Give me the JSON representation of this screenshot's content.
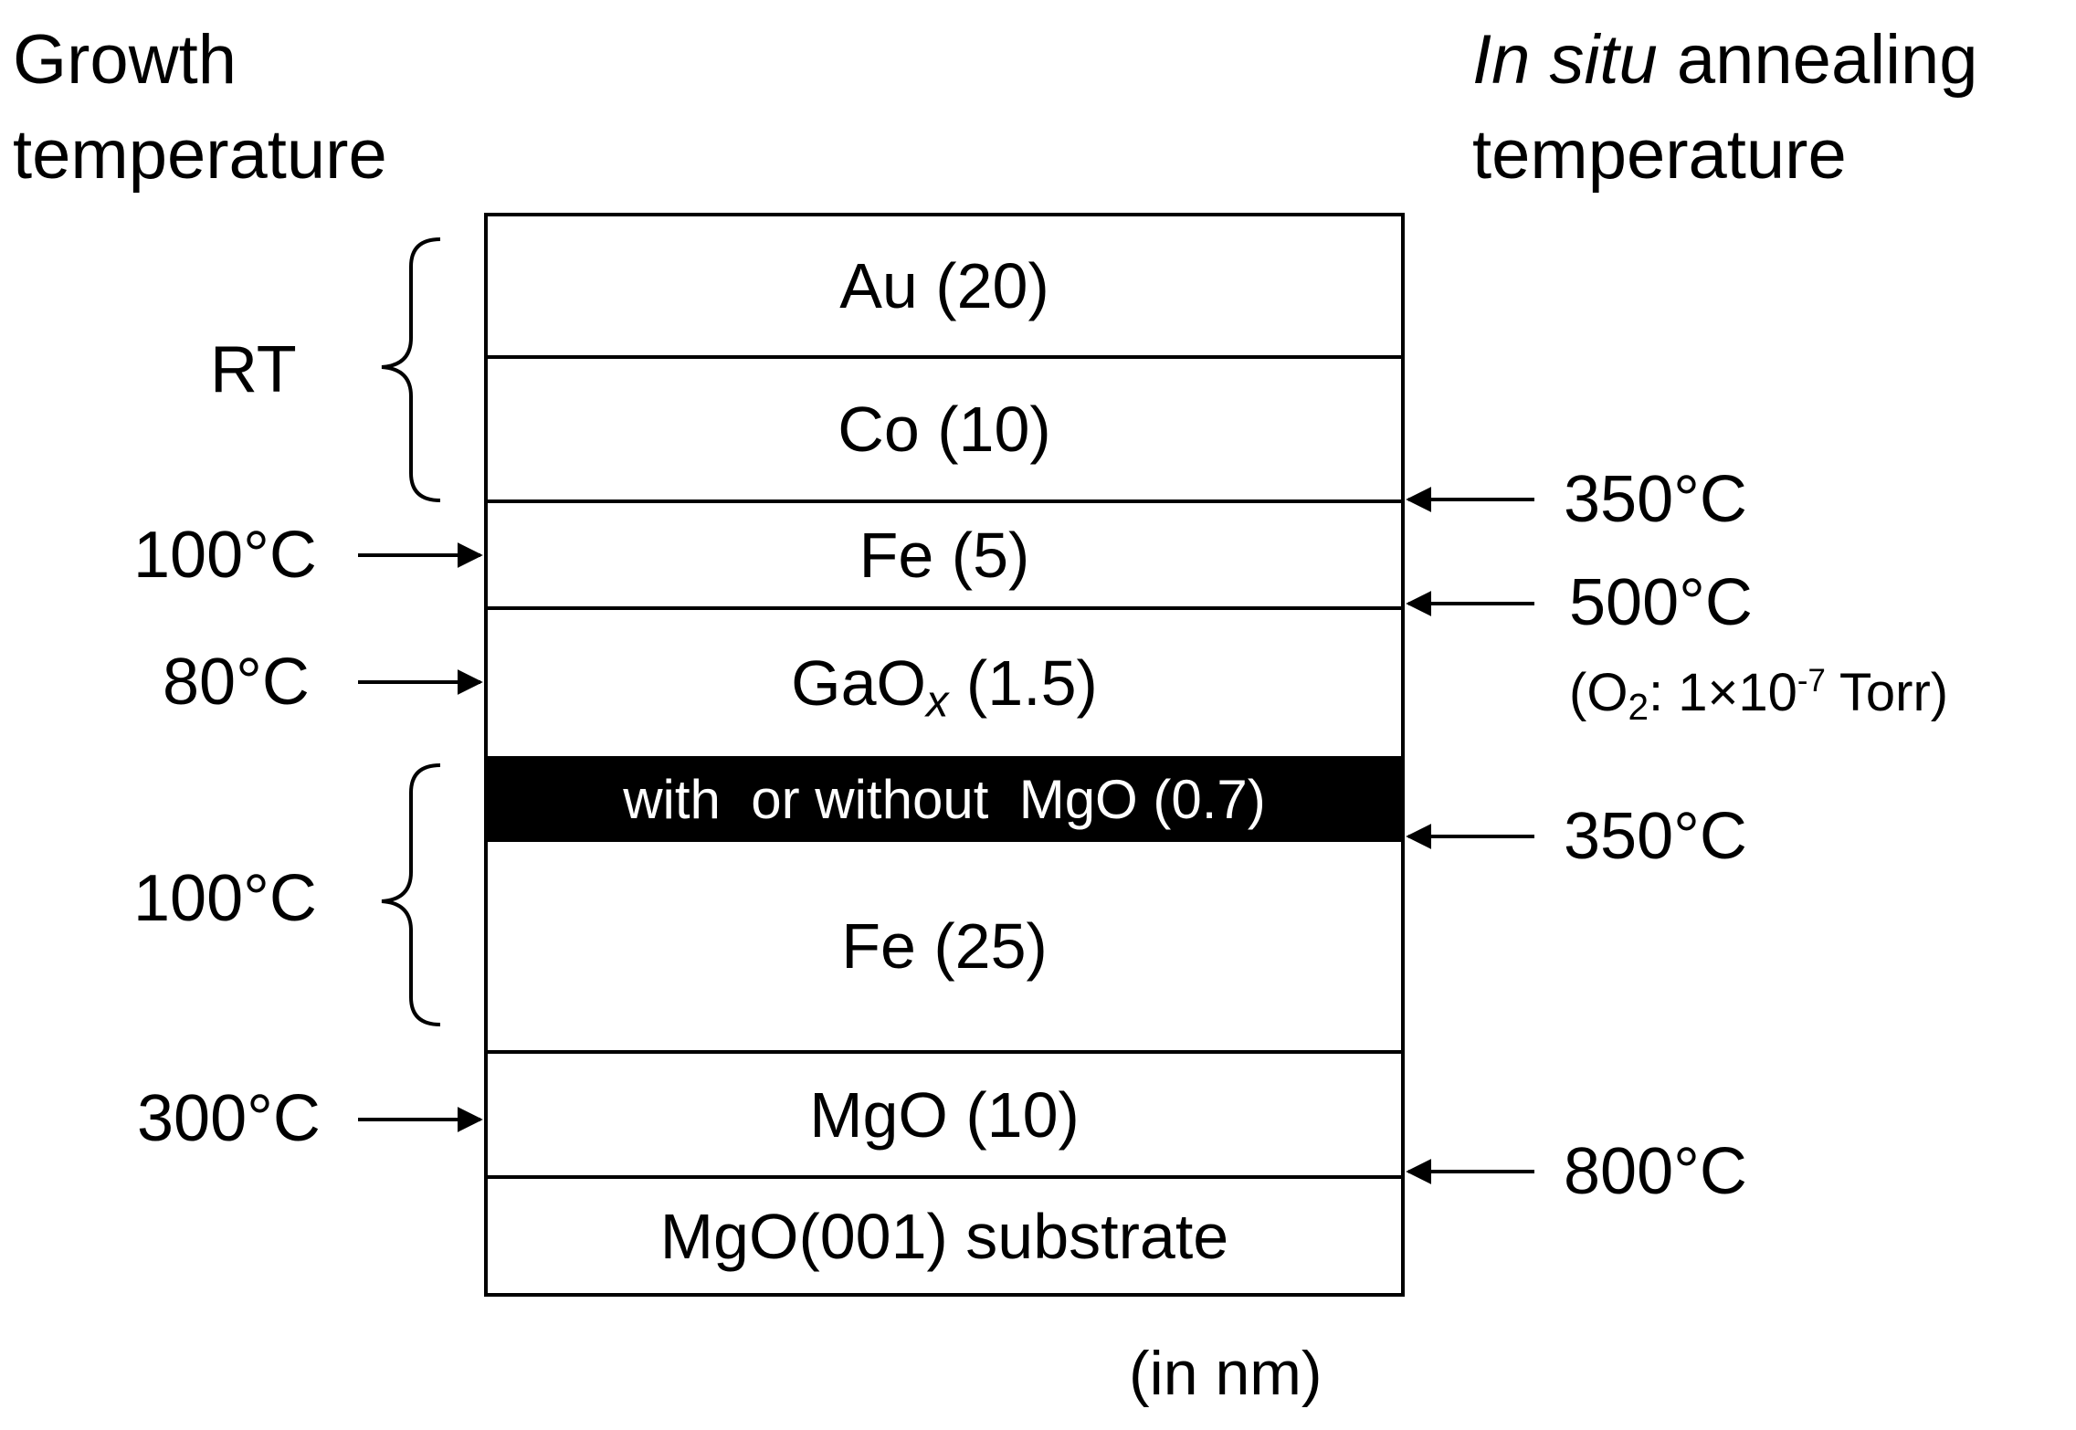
{
  "headers": {
    "growth_line1": "Growth",
    "growth_line2": "temperature",
    "annealing_italic": "In situ",
    "annealing_rest": " annealing",
    "annealing_line2": "temperature"
  },
  "layers": {
    "au": "Au (20)",
    "co": "Co (10)",
    "fe5": "Fe (5)",
    "gaox_base": "GaO",
    "gaox_sub": "x",
    "gaox_thickness": " (1.5)",
    "mgo_optional": "with  or without  MgO (0.7)",
    "fe25": "Fe (25)",
    "mgo10": "MgO (10)",
    "substrate": "MgO(001) substrate"
  },
  "growth_temps": {
    "rt": "RT",
    "fe5": "100°C",
    "gaox": "80°C",
    "fe25_group": "100°C",
    "mgo10": "300°C"
  },
  "anneal_temps": {
    "co_fe": "350°C",
    "fe_gaox": "500°C",
    "o2_prefix": "(O",
    "o2_sub": "2",
    "o2_mid": ": 1×10",
    "o2_exp": "-7",
    "o2_suffix": " Torr)",
    "mgo_fe": "350°C",
    "mgo_substrate": "800°C"
  },
  "units_note": "(in nm)"
}
